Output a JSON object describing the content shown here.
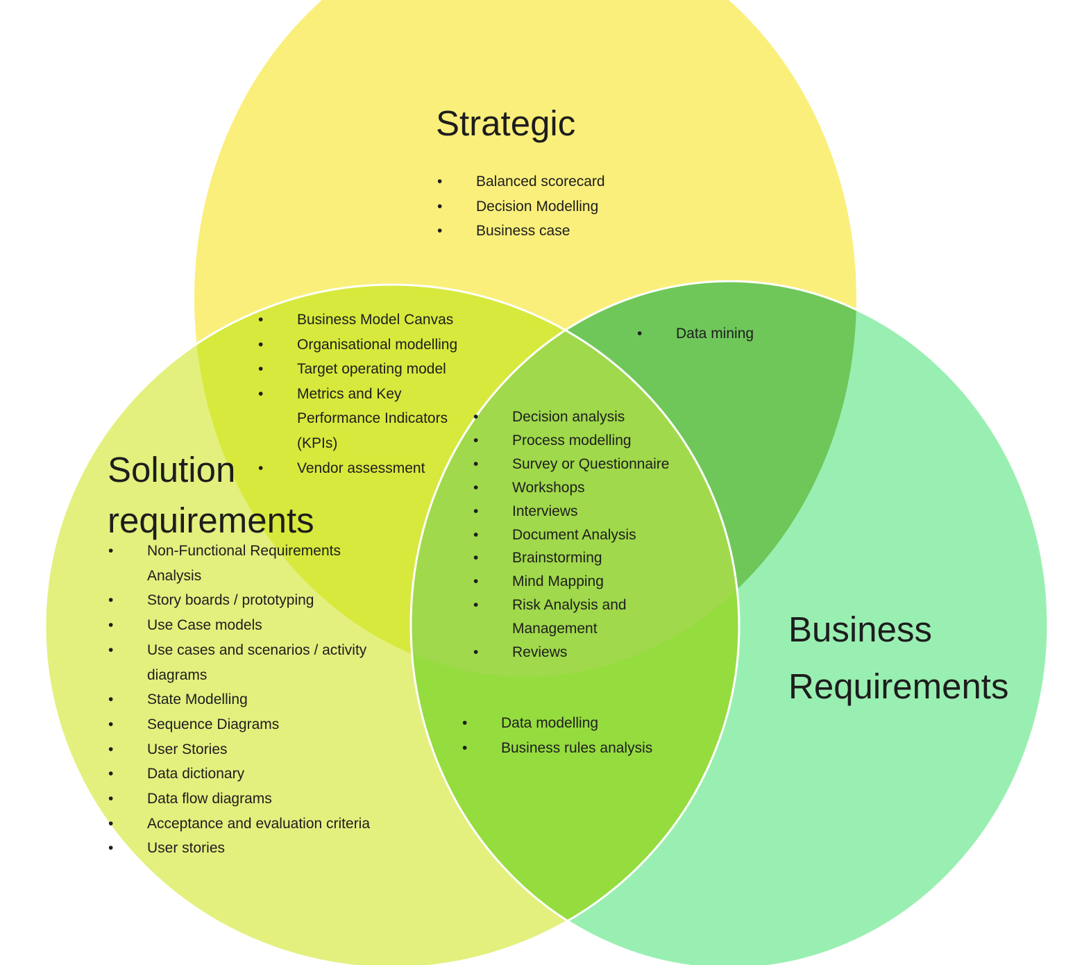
{
  "venn": {
    "outline_color": "#FFFFFF",
    "strategic": {
      "label": "Strategic",
      "color": "#FAEF7B",
      "items": [
        "Balanced scorecard",
        "Decision Modelling",
        "Business case"
      ]
    },
    "solution": {
      "label": "Solution requirements",
      "color": "#E3F07E",
      "items": [
        "Non-Functional Requirements Analysis",
        "Story boards / prototyping",
        "Use Case models",
        "Use cases and scenarios / activity diagrams",
        "State Modelling",
        "Sequence Diagrams",
        "User Stories",
        "Data dictionary",
        "Data flow diagrams",
        "Acceptance and evaluation criteria",
        "User stories"
      ]
    },
    "business": {
      "label": "Business Requirements",
      "color": "#99EFB1",
      "items": []
    },
    "strategic_solution": {
      "color": "#D7E93C",
      "items": [
        "Business Model Canvas",
        "Organisational modelling",
        "Target operating model",
        "Metrics and Key Performance Indicators (KPIs)",
        "Vendor assessment"
      ]
    },
    "strategic_business": {
      "color": "#6FC75A",
      "items": [
        "Data mining"
      ]
    },
    "solution_business": {
      "color": "#95DC3F",
      "items": [
        "Data modelling",
        "Business rules analysis"
      ]
    },
    "all_three": {
      "color": "#A0D94B",
      "items": [
        "Decision analysis",
        "Process modelling",
        "Survey or Questionnaire",
        "Workshops",
        "Interviews",
        "Document Analysis",
        "Brainstorming",
        "Mind Mapping",
        "Risk Analysis and Management",
        "Reviews"
      ]
    }
  }
}
